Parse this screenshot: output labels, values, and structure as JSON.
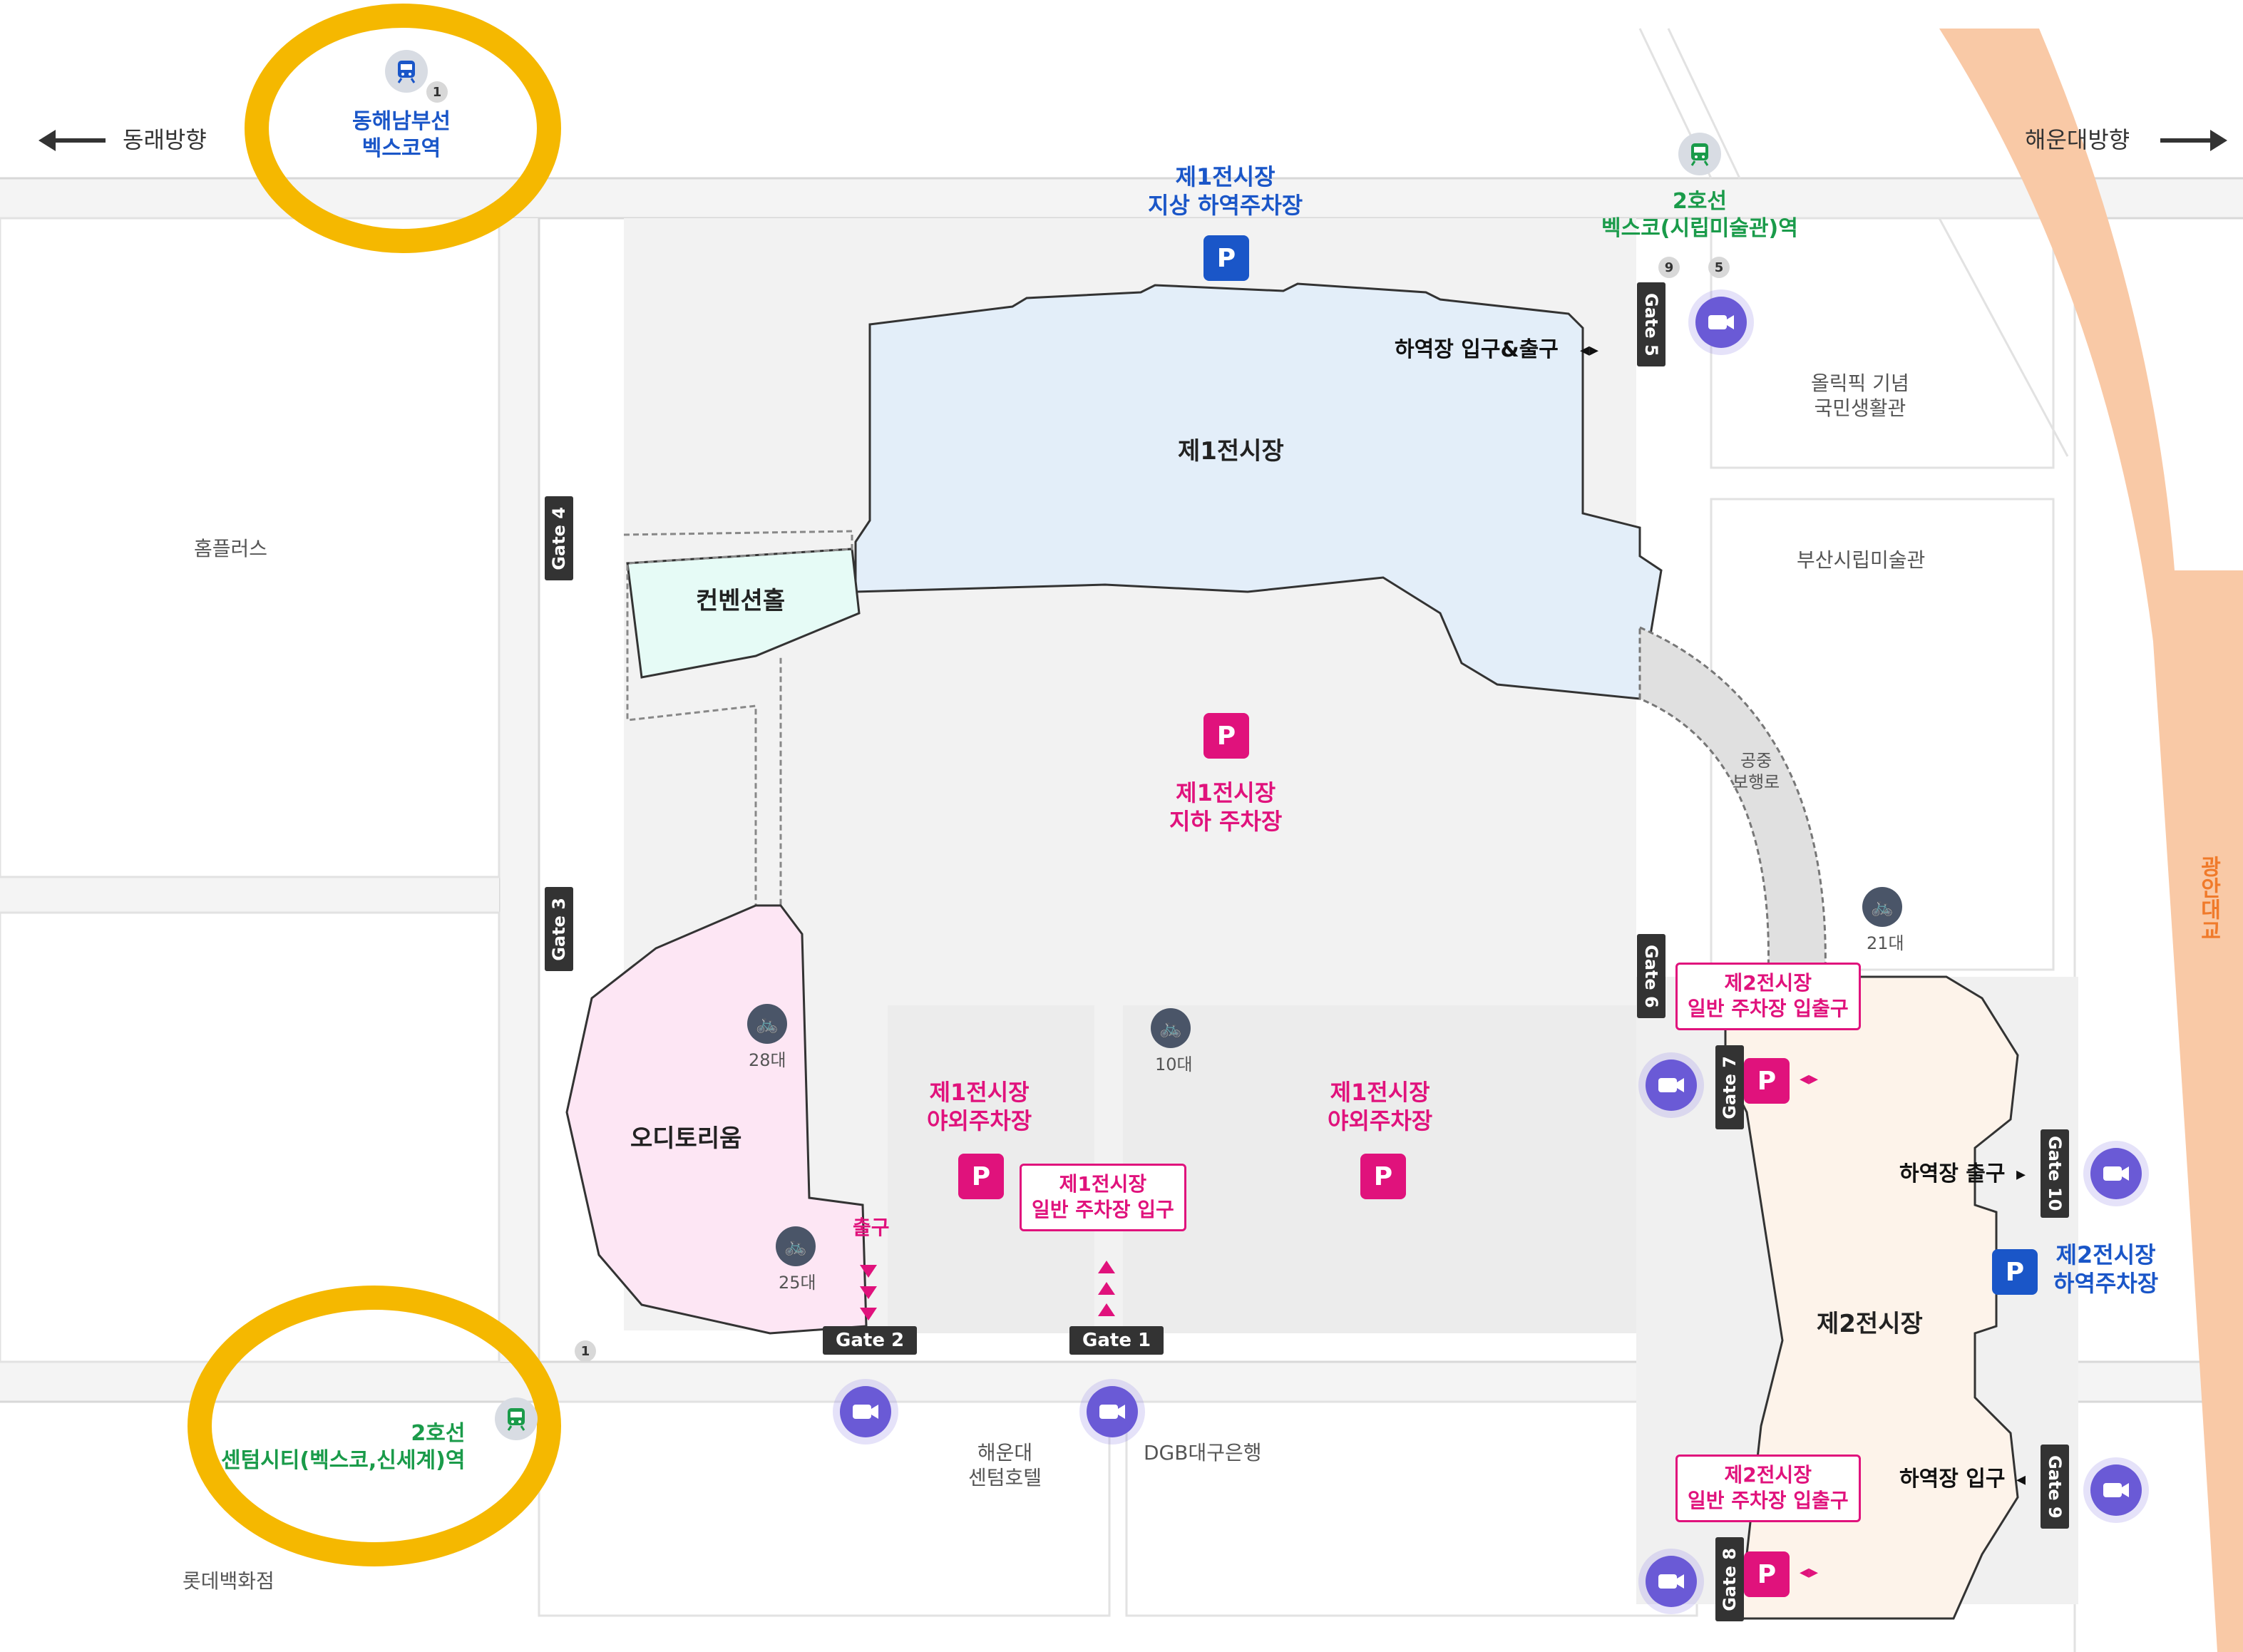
{
  "directions": {
    "west": "동래방향",
    "east": "해운대방향"
  },
  "river": "광안대교",
  "places": {
    "homeplus": "홈플러스",
    "olympic": [
      "올릭픽 기념",
      "국민생활관"
    ],
    "museum": "부산시립미술관",
    "hotel": [
      "해운대",
      "센텀호텔"
    ],
    "bank": "DGB대구은행",
    "lotte": "롯데백화점",
    "skywalk": [
      "공중",
      "보행로"
    ]
  },
  "halls": {
    "exhibition1": "제1전시장",
    "convention": "컨벤션홀",
    "auditorium": "오디토리움",
    "exhibition2": "제2전시장"
  },
  "parking": {
    "p1_surface": [
      "제1전시장",
      "지상 하역주차장"
    ],
    "p1_underground": [
      "제1전시장",
      "지하 주차장"
    ],
    "p1_outdoor": [
      "제1전시장",
      "야외주차장"
    ],
    "p2_unloading": [
      "제2전시장",
      "하역주차장"
    ],
    "p_letter": "P"
  },
  "entrances": {
    "p1_general": [
      "제1전시장",
      "일반 주차장 입구"
    ],
    "p2_general": [
      "제2전시장",
      "일반 주차장 입출구"
    ]
  },
  "loading": {
    "entry_exit": "하역장 입구&출구",
    "exit": "하역장 출구",
    "entry": "하역장 입구",
    "out": "출구"
  },
  "stations": {
    "donghae": [
      "동해남부선",
      "벡스코역"
    ],
    "line2_bexco": [
      "2호선",
      "벡스코(시립미술관)역"
    ],
    "line2_centum": [
      "2호선",
      "센텀시티(벡스코,신세계)역"
    ]
  },
  "exits": {
    "e1": "1",
    "e9": "9",
    "e5": "5"
  },
  "gates": {
    "g1": "Gate 1",
    "g2": "Gate 2",
    "g3": "Gate 3",
    "g4": "Gate 4",
    "g5": "Gate 5",
    "g6": "Gate 6",
    "g7": "Gate 7",
    "g8": "Gate 8",
    "g9": "Gate 9",
    "g10": "Gate 10"
  },
  "bikes": {
    "b21": "21대",
    "b28": "28대",
    "b10": "10대",
    "b25": "25대"
  },
  "icons": [
    "train-icon",
    "camera-icon",
    "bicycle-icon",
    "parking-icon",
    "arrow-left-icon",
    "arrow-right-icon"
  ],
  "colors": {
    "pink": "#e0127c",
    "blue": "#1a56c8",
    "green": "#1a9b4a",
    "highlight": "#f5b800",
    "river": "#f9c9a6",
    "camera": "#6a5ad6"
  }
}
